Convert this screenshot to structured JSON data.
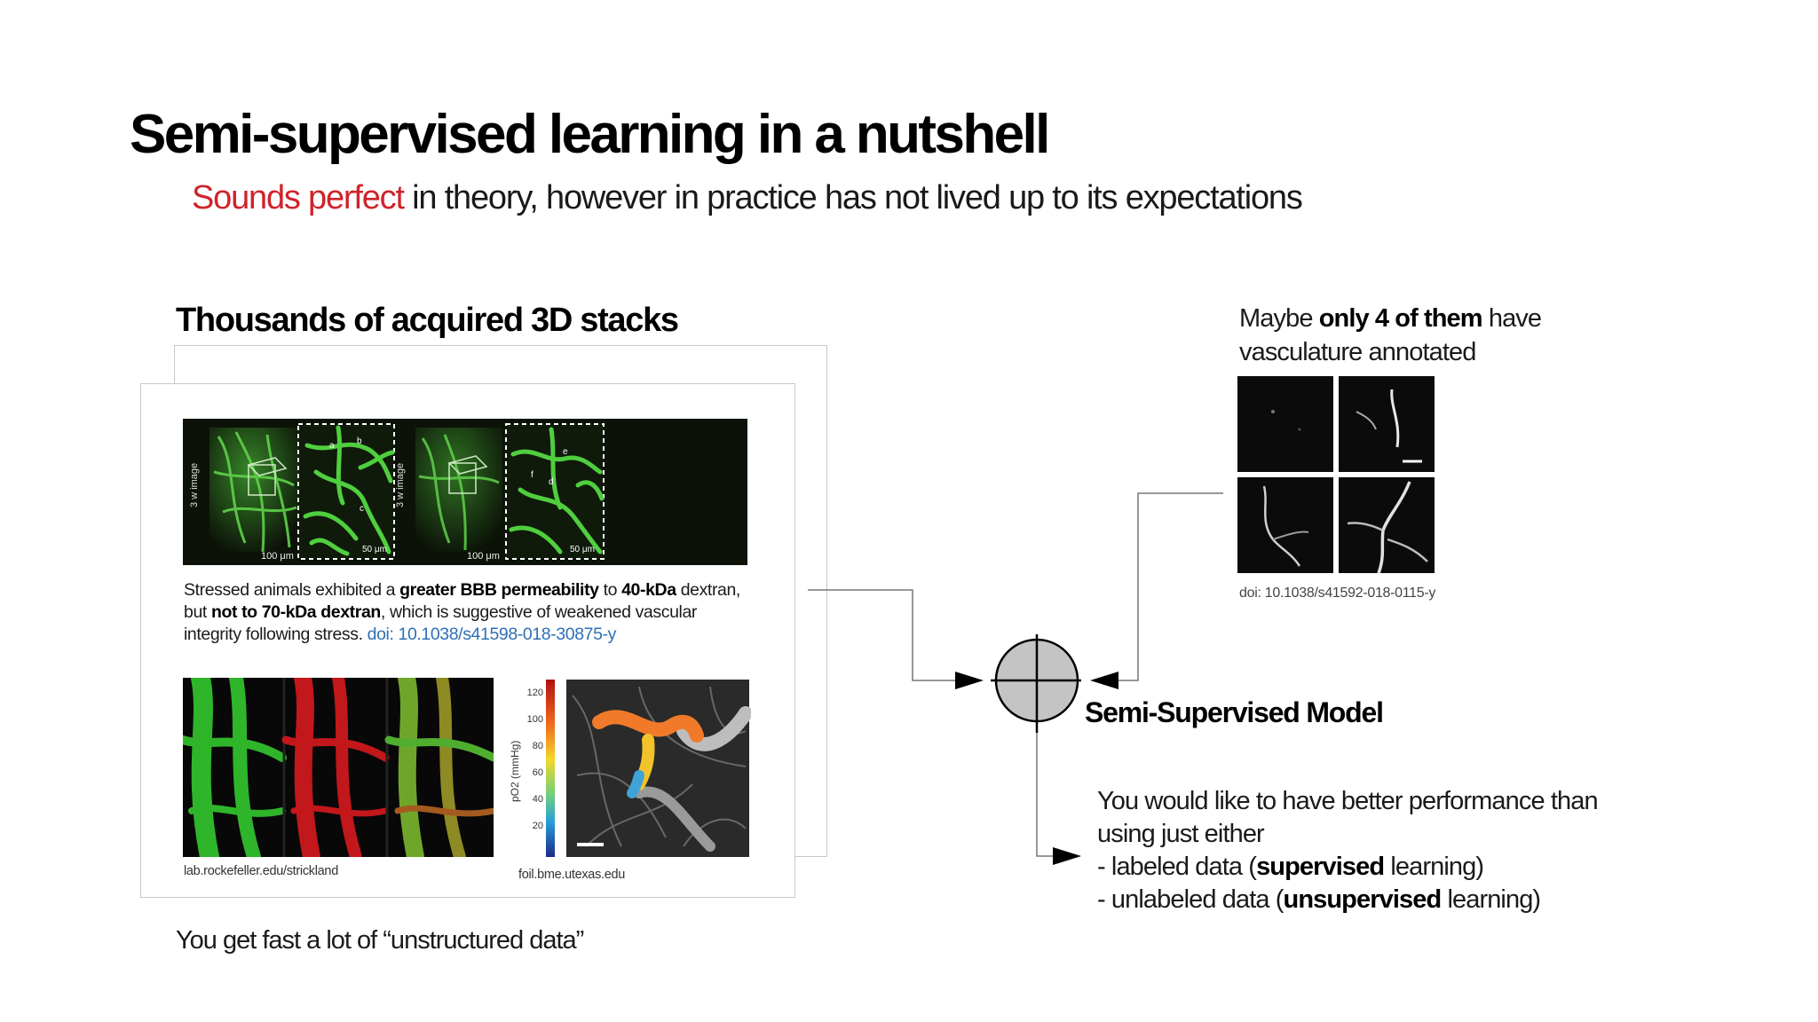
{
  "title": "Semi-supervised learning in a nutshell",
  "subtitle": {
    "highlight": "Sounds perfect",
    "rest": " in theory, however in practice has not lived up to its expectations"
  },
  "left": {
    "heading": "Thousands of acquired 3D stacks",
    "figure_labels": {
      "axis_a": "3 w image",
      "axis_b": "3 w image",
      "scale_a": "100 μm",
      "scale_b": "50 μm",
      "scale_c": "100 μm",
      "scale_d": "50 μm",
      "letter_a": "a",
      "letter_b": "b",
      "letter_c": "c",
      "letter_d": "d",
      "letter_e": "e",
      "letter_f": "f"
    },
    "caption": {
      "p1": "Stressed animals exhibited a ",
      "b1": "greater BBB permeability",
      "p2": " to ",
      "b2": "40-kDa",
      "p3": " dextran, but ",
      "b3": "not to 70-kDa dextran",
      "p4": ", which is suggestive of weakened vascular integrity following stress. ",
      "doi": "doi: 10.1038/s41598-018-30875-y"
    },
    "colorbar": {
      "label": "pO2 (mmHg)",
      "ticks": [
        "120",
        "100",
        "80",
        "60",
        "40",
        "20"
      ]
    },
    "credit_1": "lab.rockefeller.edu/strickland",
    "credit_2": "foil.bme.utexas.edu",
    "footer": "You get fast a lot of “unstructured data”"
  },
  "right": {
    "maybe": {
      "p1": "Maybe ",
      "b1": "only 4 of them",
      "p2": " have vasculature annotated"
    },
    "doi": "doi: 10.1038/s41592-018-0115-y"
  },
  "model": {
    "label": "Semi-Supervised Model",
    "perf": {
      "l1": "You would like to have better performance than using just either",
      "l2a": "- labeled data (",
      "l2b": "supervised",
      "l2c": " learning)",
      "l3a": "- unlabeled data (",
      "l3b": "unsupervised",
      "l3c": " learning)"
    }
  },
  "colors": {
    "accent": "#d0232a",
    "link": "#2d6fb6",
    "node_fill": "#c4c4c4"
  }
}
